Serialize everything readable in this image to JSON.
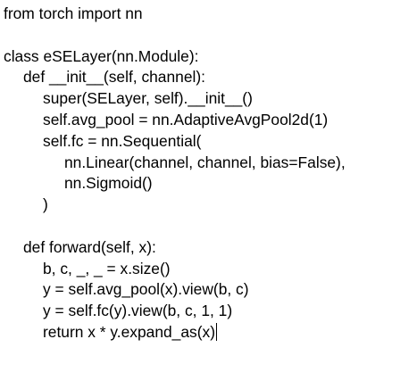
{
  "code": {
    "lines": [
      "from torch import nn",
      "",
      "class eSELayer(nn.Module):",
      "def __init__(self, channel):",
      "super(SELayer, self).__init__()",
      "self.avg_pool = nn.AdaptiveAvgPool2d(1)",
      "self.fc = nn.Sequential(",
      "nn.Linear(channel, channel, bias=False),",
      "nn.Sigmoid()",
      ")",
      "",
      "def forward(self, x):",
      "b, c, _, _ = x.size()",
      "y = self.avg_pool(x).view(b, c)",
      "y = self.fc(y).view(b, c, 1, 1)",
      "return x * y.expand_as(x)"
    ]
  }
}
